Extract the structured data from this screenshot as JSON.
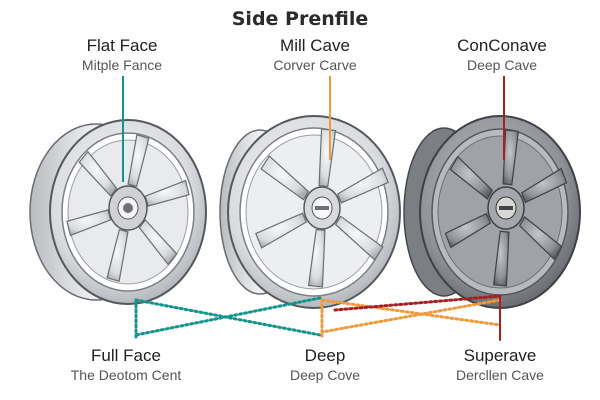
{
  "title": "Side Prenfile",
  "labels": {
    "top": [
      {
        "main": "Flat Face",
        "sub": "Mitple Fance"
      },
      {
        "main": "Mill Cave",
        "sub": "Corver Carve"
      },
      {
        "main": "ConConave",
        "sub": "Deep Cave"
      }
    ],
    "bottom": [
      {
        "main": "Full Face",
        "sub": "The Deotom Cent"
      },
      {
        "main": "Deep",
        "sub": "Deep Cove"
      },
      {
        "main": "Superave",
        "sub": "Dercllen Cave"
      }
    ]
  },
  "colors": {
    "teal": "#13948d",
    "orange": "#f09a3e",
    "red": "#a52020",
    "silver": "#d6d8db",
    "dark_wheel": "#8d9095"
  }
}
